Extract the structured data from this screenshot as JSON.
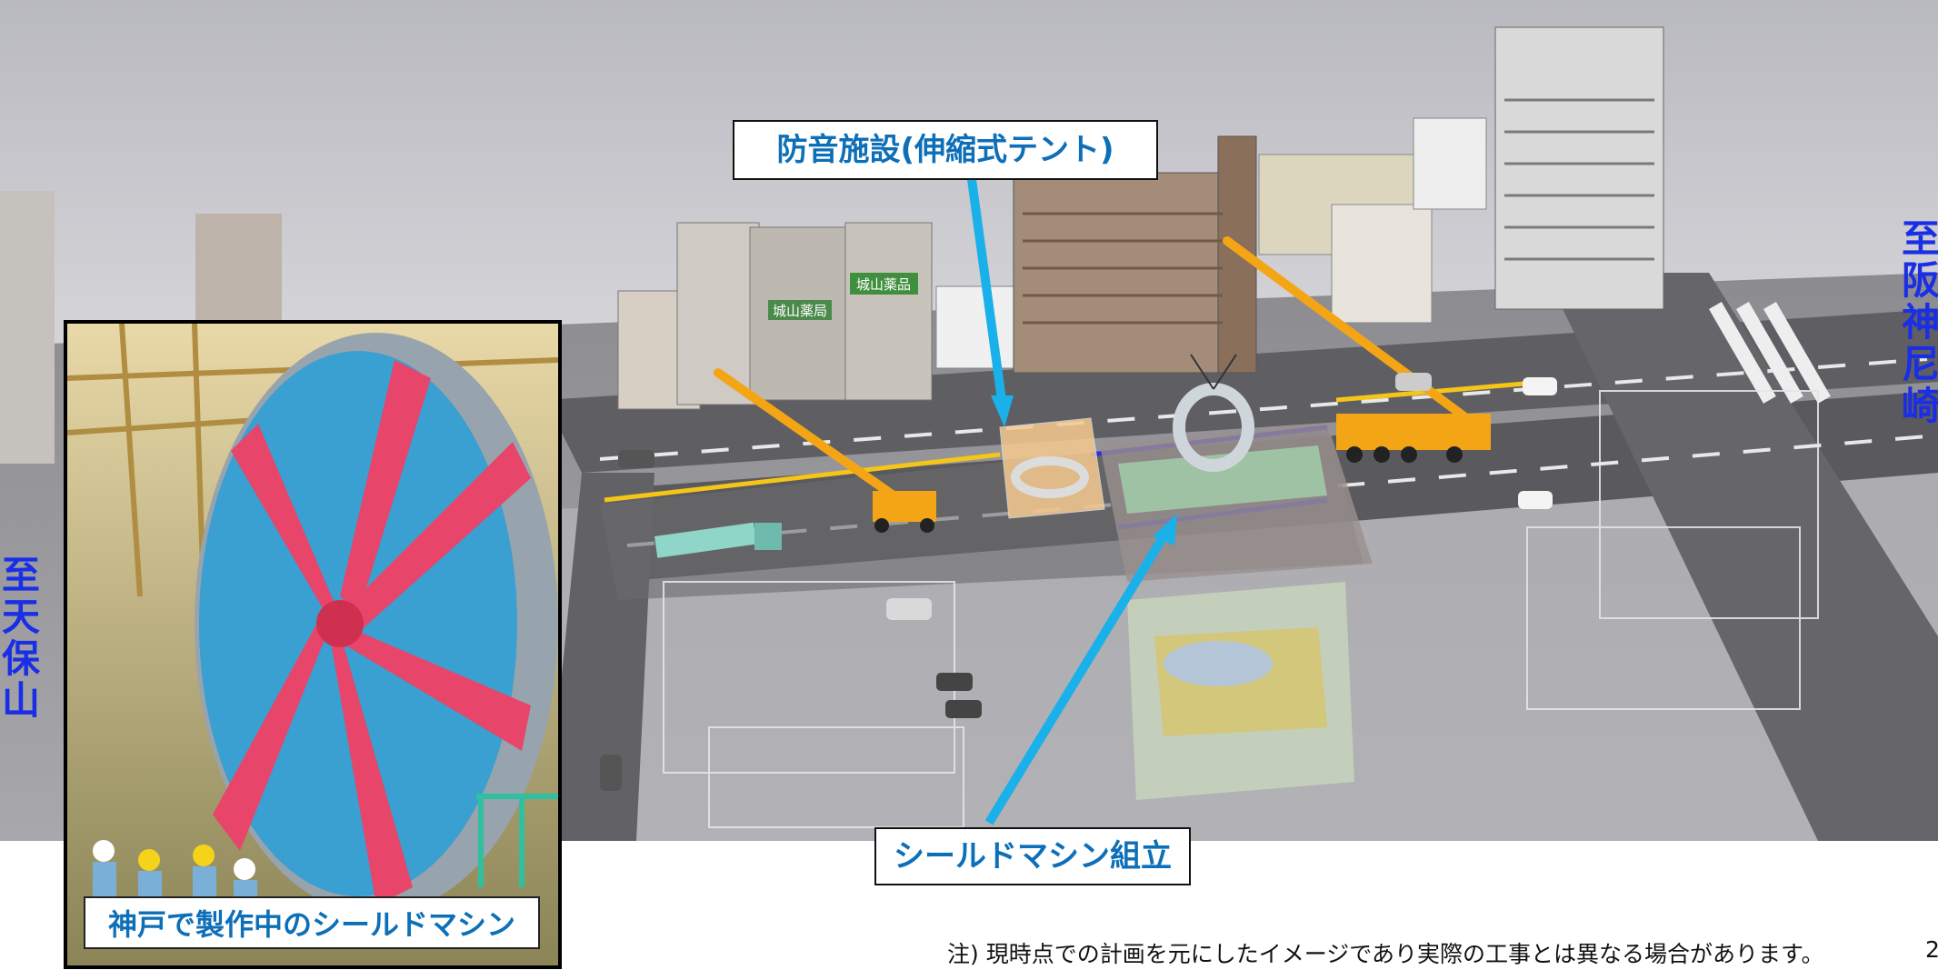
{
  "callouts": {
    "soundproof": "防音施設(伸縮式テント)",
    "shield_assembly": "シールドマシン組立",
    "photo_caption": "神戸で製作中のシールドマシン"
  },
  "signs": {
    "shop_left": "城山薬局",
    "shop_right": "城山薬品"
  },
  "side_labels": {
    "left": "至 天保山",
    "right": "至 阪神尼崎"
  },
  "footer": {
    "note": "注) 現時点での計画を元にしたイメージであり実際の工事とは異なる場合があります。",
    "page_number": "2"
  },
  "colors": {
    "callout_text": "#0d6fb8",
    "arrow": "#1ab0ea",
    "side_label": "#1a2ee6"
  }
}
